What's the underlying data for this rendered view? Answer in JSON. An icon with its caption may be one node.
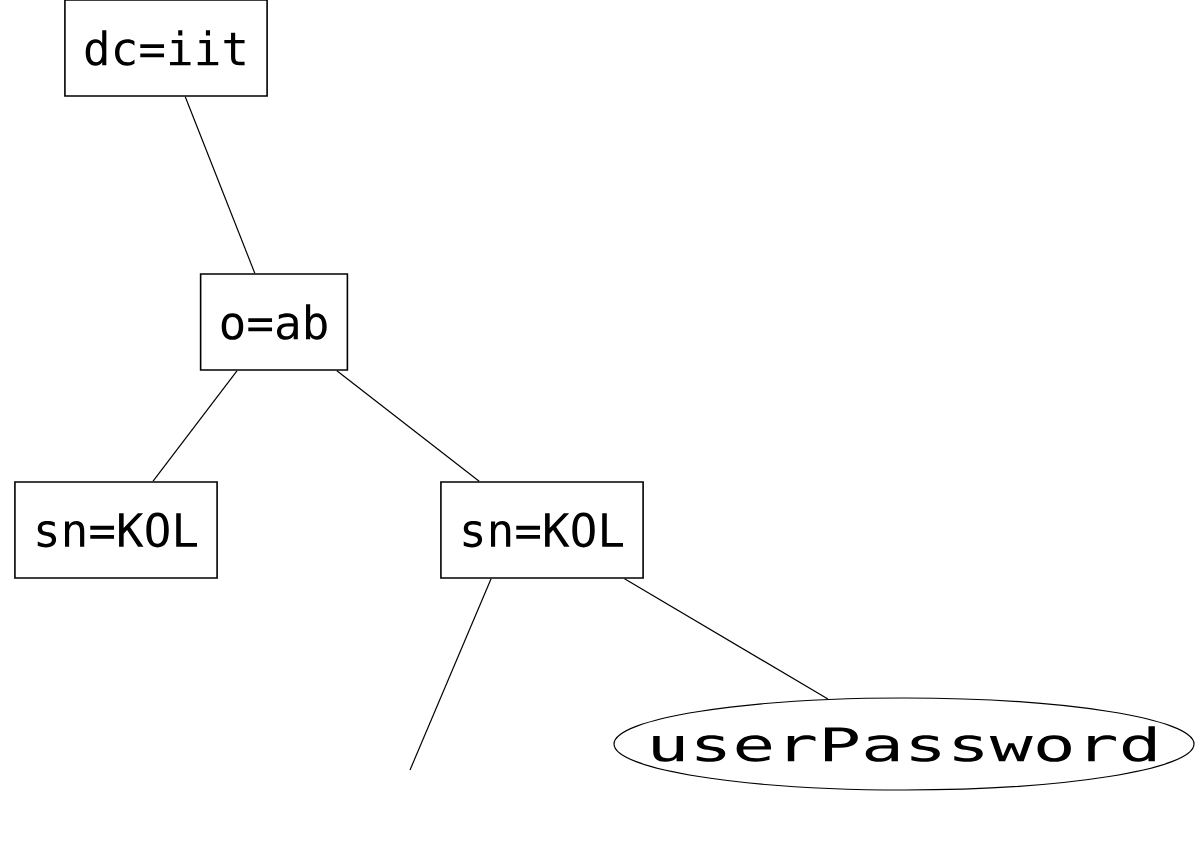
{
  "diagram": {
    "nodes": [
      {
        "text": [
          "dc=iit"
        ]
      },
      {
        "text": [
          "o=ab"
        ]
      },
      {
        "text": [
          "sn=KOL"
        ]
      },
      {
        "text": [
          "sn=KOL"
        ]
      },
      {
        "text": [
          "userPassword"
        ]
      }
    ],
    "edges": [
      {
        "from": 0,
        "to": 1,
        "arrow": "none"
      },
      {
        "from": 1,
        "to": 2,
        "arrow": "none"
      },
      {
        "from": 1,
        "to": 3,
        "arrow": "none"
      },
      {
        "from": 3,
        "to": null,
        "arrow": "none"
      },
      {
        "from": 3,
        "to": 4,
        "arrow": "none"
      }
    ]
  }
}
